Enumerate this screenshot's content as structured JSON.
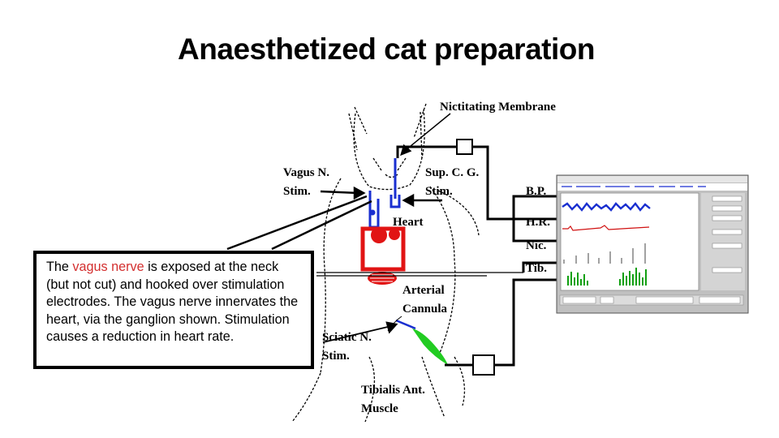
{
  "title": "Anaesthetized cat preparation",
  "labels": {
    "nictitating_membrane": "Nictitating Membrane",
    "vagus_n": "Vagus N.",
    "vagus_stim": "Stim.",
    "sup_cg": "Sup. C. G.",
    "sup_cg_stim": "Stim.",
    "heart": "Heart",
    "arterial": "Arterial",
    "cannula": "Cannula",
    "sciatic_n": "Sciatic N.",
    "sciatic_stim": "Stim.",
    "tibialis_ant": "Tibialis Ant.",
    "muscle": "Muscle",
    "bp": "B.P.",
    "hr": "H.R.",
    "nic": "Nic.",
    "tib": "Tib."
  },
  "callout": {
    "prefix": "The ",
    "highlight": "vagus nerve",
    "suffix": " is exposed at the neck (but not cut) and hooked over stimulation electrodes. The vagus nerve innervates the heart, via the ganglion shown. Stimulation causes a reduction in heart rate."
  },
  "colors": {
    "highlight": "#d32f2f",
    "nerve": "#1a2fd0",
    "heart": "#e11414",
    "muscle": "#22cc22",
    "bp_trace": "#1a2fd0",
    "hr_trace": "#d01010",
    "tib_trace": "#11a011"
  }
}
